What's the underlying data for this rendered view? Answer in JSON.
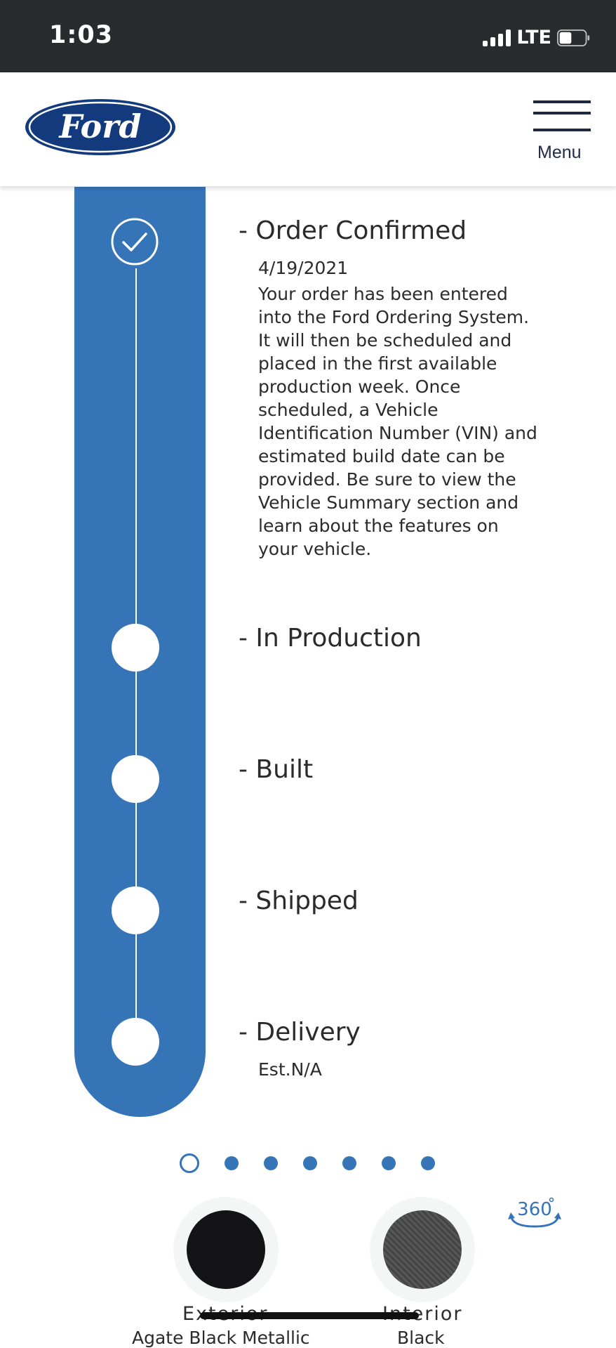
{
  "status_bar": {
    "time": "1:03",
    "network": "LTE"
  },
  "header": {
    "logo_text": "Ford",
    "menu_label": "Menu"
  },
  "tracker": {
    "steps": [
      {
        "title": "- Order Confirmed",
        "date": "4/19/2021",
        "description": "Your order has been entered into the Ford Ordering System. It will then be scheduled and placed in the first available production week. Once scheduled, a Vehicle Identification Number (VIN) and estimated build date can be provided. Be sure to view the Vehicle Summary section and learn about the features on your vehicle.",
        "status": "complete"
      },
      {
        "title": "- In Production",
        "status": "pending"
      },
      {
        "title": "- Built",
        "status": "pending"
      },
      {
        "title": "- Shipped",
        "status": "pending"
      },
      {
        "title": "- Delivery",
        "date": "Est.N/A",
        "status": "pending"
      }
    ]
  },
  "carousel": {
    "total": 7,
    "active_index": 0
  },
  "colors": {
    "exterior_label": "Exterior",
    "exterior_name": "Agate Black Metallic",
    "exterior_hex": "#141416",
    "interior_label": "Interior",
    "interior_name": "Black",
    "interior_hex": "#4a4a4a",
    "accent": "#3674b8"
  },
  "view_360_label": "360"
}
